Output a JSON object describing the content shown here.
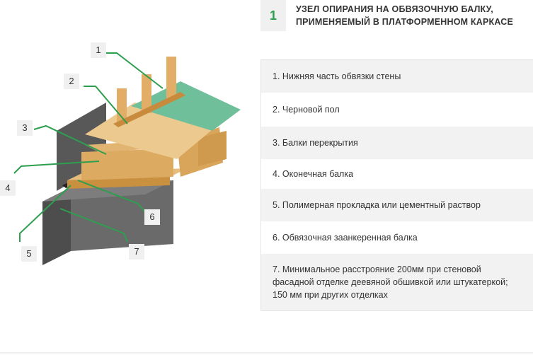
{
  "header": {
    "number": "1",
    "title_line1": "УЗЕЛ ОПИРАНИЯ НА ОБВЯЗОЧНУЮ БАЛКУ,",
    "title_line2": "ПРИМЕНЯЕМЫЙ В ПЛАТФОРМЕННОМ КАРКАСЕ"
  },
  "callouts": [
    "1",
    "2",
    "3",
    "4",
    "5",
    "6",
    "7"
  ],
  "legend": [
    "1. Нижняя часть обвязки стены",
    "2. Черновой пол",
    "3. Балки перекрытия",
    "4. Оконечная балка",
    "5. Полимерная прокладка или цементный раствор",
    "6. Обвязочная заанкеренная балка",
    "7. Минимальное расстрояние 200мм при стеновой фасадной отделке деевяной обшивкой или штукатеркой; 150 мм при других отделках"
  ],
  "colors": {
    "accent": "#2e9e4f",
    "wood": "#e0b070",
    "wood_dark": "#c88a3c",
    "concrete": "#5a5a5a",
    "membrane": "#6fbf9a"
  }
}
